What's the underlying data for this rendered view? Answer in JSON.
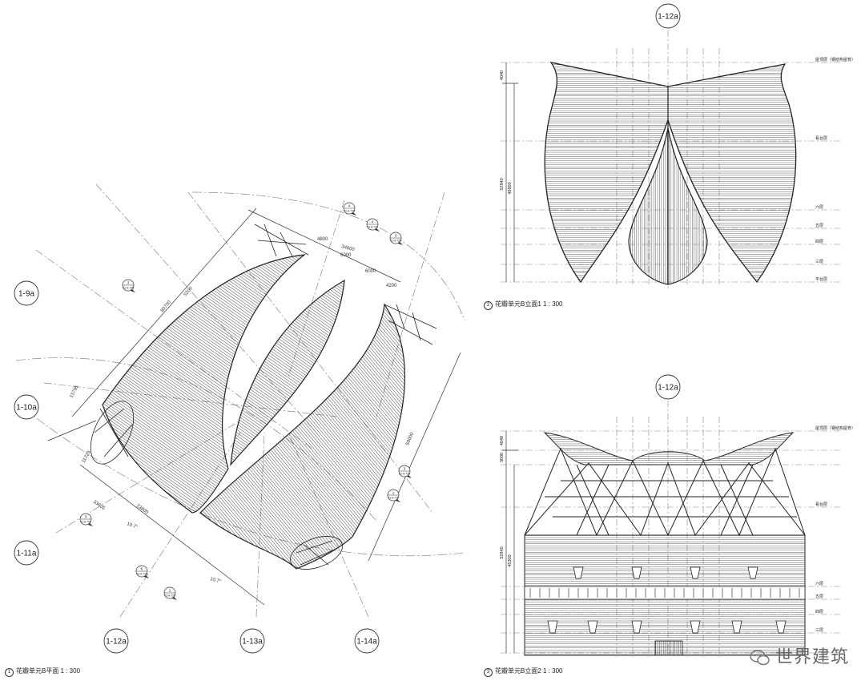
{
  "plan": {
    "grid": [
      {
        "id": "g1",
        "label": "1-9a"
      },
      {
        "id": "g2",
        "label": "1-10a"
      },
      {
        "id": "g3",
        "label": "1-11a"
      },
      {
        "id": "g4",
        "label": "1-12a"
      },
      {
        "id": "g5",
        "label": "1-13a"
      },
      {
        "id": "g6",
        "label": "1-14a"
      }
    ],
    "dims": [
      "4800",
      "6000",
      "34600",
      "6000",
      "4200",
      "5200",
      "80700",
      "15795",
      "11729",
      "33605",
      "23800",
      "10.7°",
      "10.7°",
      "50000"
    ],
    "callouts": [
      {
        "top": "4",
        "bottom": "01-A-726"
      },
      {
        "top": "4",
        "bottom": "01-A-726"
      },
      {
        "top": "3",
        "bottom": "01-A-726"
      },
      {
        "top": "3",
        "bottom": "01-A-725"
      },
      {
        "top": "3",
        "bottom": "01-A-725"
      },
      {
        "top": "1",
        "bottom": "01-A-725"
      },
      {
        "top": "3",
        "bottom": "01-A-726"
      },
      {
        "top": "6",
        "bottom": "01-A-726"
      },
      {
        "top": "2",
        "bottom": "01-A-726"
      }
    ],
    "caption_num": "1",
    "caption": "花瓣单元B平面 1 : 300"
  },
  "elevation1": {
    "grid_label": "1-12a",
    "dims": [
      "4040",
      "52840",
      "48800"
    ],
    "levels": [
      "屋顶层（钢结构屋脊）",
      "看台层",
      "六层",
      "五层",
      "四层",
      "三层",
      "平台层"
    ],
    "caption_num": "2",
    "caption": "花瓣单元B立面1 1 : 300"
  },
  "elevation2": {
    "grid_label": "1-12a",
    "dims": [
      "4040",
      "3600",
      "52840",
      "45300"
    ],
    "levels": [
      "屋顶层（钢结构屋脊）",
      "看台层",
      "六层",
      "五层",
      "四层",
      "三层"
    ],
    "caption_num": "3",
    "caption": "花瓣单元B立面2 1 : 300"
  },
  "watermark": "世界建筑",
  "colors": {
    "line": "#222222",
    "hatch": "#444444",
    "grid": "#888888"
  }
}
